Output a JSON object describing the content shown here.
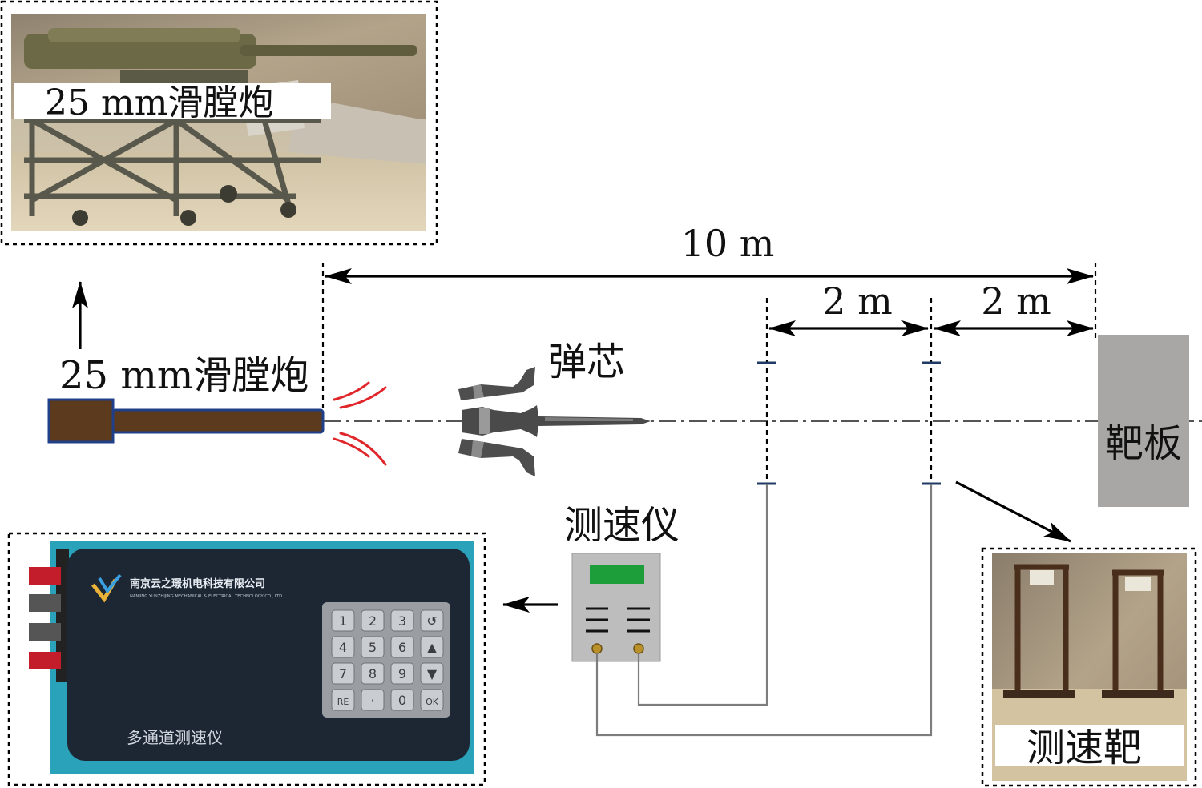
{
  "labels": {
    "gun_photo_caption": "25 mm滑膛炮",
    "gun_label": "25 mm滑膛炮",
    "projectile_label": "弹芯",
    "chrono_label": "测速仪",
    "target_label": "靶板",
    "screen_photo_caption": "测速靶",
    "dist_total": "10 m",
    "dist_mid": "2 m",
    "dist_near_target": "2 m"
  },
  "device_photo": {
    "company_cn": "南京云之璟机电科技有限公司",
    "company_en": "NANJING YUNZHIJING MECHANICAL & ELECTRICAL TECHNOLOGY CO., LTD.",
    "product_name": "多通道测速仪",
    "keys": [
      "1",
      "2",
      "3",
      "↺",
      "4",
      "5",
      "6",
      "▲",
      "7",
      "8",
      "9",
      "▼",
      "RE",
      "·",
      "0",
      "OK"
    ]
  },
  "colors": {
    "barrel": "#5b3a1e",
    "barrel_outline": "#1f3f88",
    "muzzle_wave": "#e0262b",
    "target_plate": "#a9a7a6",
    "chrono_body": "#bdbdbd",
    "chrono_screen": "#1e9e3a",
    "device_body": "#1d2633",
    "device_frame": "#2aa2b9",
    "screen_marker": "#203a66"
  }
}
